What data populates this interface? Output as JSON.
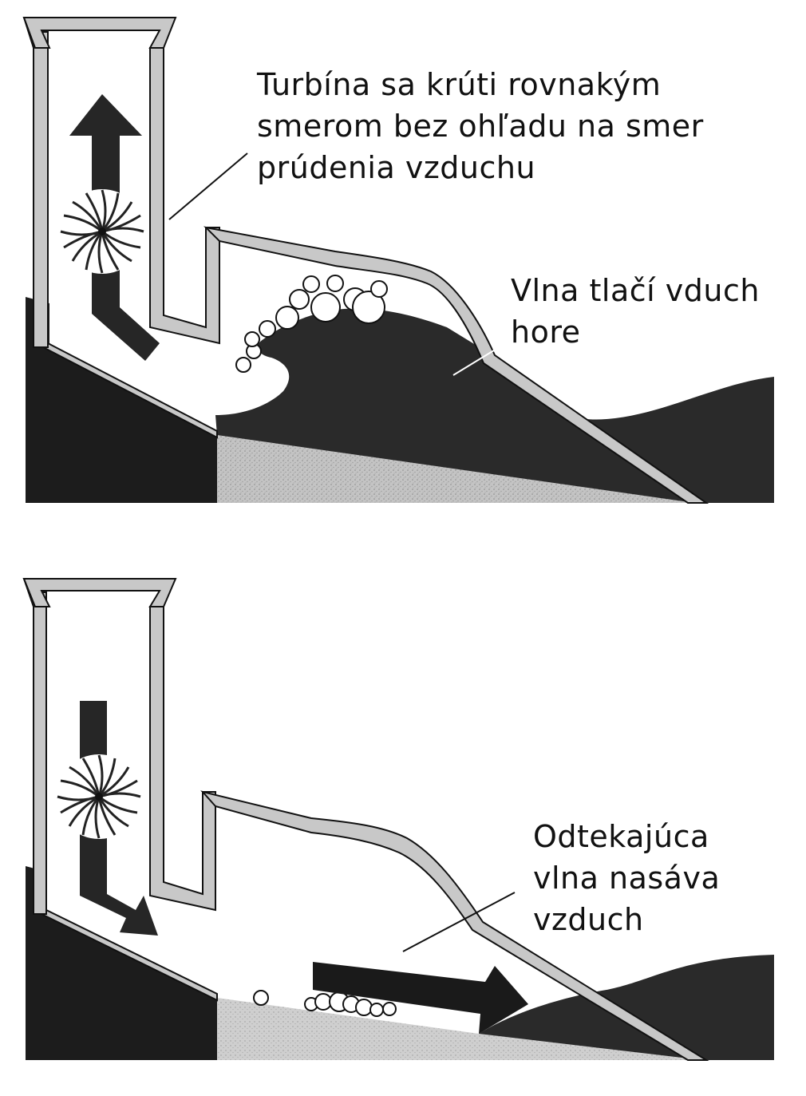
{
  "top_panel": {
    "turbine_note": [
      "Turbína sa krúti rovnakým",
      "smerom bez ohľadu na smer",
      "prúdenia vzduchu"
    ],
    "wave_note": [
      "Vlna tlačí vduch",
      "hore"
    ]
  },
  "bottom_panel": {
    "wave_note": [
      "Odtekajúca",
      "vlna nasáva",
      "vzduch"
    ]
  },
  "colors": {
    "ground": "#1c1c1c",
    "sea": "#2a2a2a",
    "seabed": "#c4c4c4",
    "wall": "#c8c8c8",
    "outline": "#111111",
    "background": "#ffffff"
  },
  "icons": [
    "turbine-icon",
    "air-flow-up-arrow-icon",
    "air-flow-down-arrow-icon",
    "water-flow-right-arrow-icon"
  ]
}
